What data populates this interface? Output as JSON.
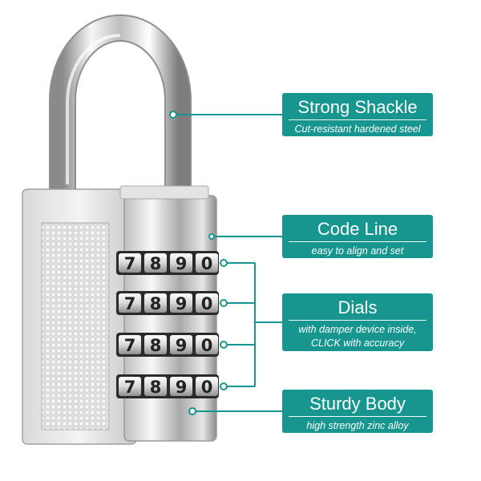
{
  "callouts": {
    "shackle": {
      "title": "Strong Shackle",
      "subtitle": "Cut-resistant hardened steel"
    },
    "code_line": {
      "title": "Code Line",
      "subtitle": "easy to align and set"
    },
    "dials": {
      "title": "Dials",
      "subtitle_line1": "with damper device inside,",
      "subtitle_line2": "CLICK with accuracy"
    },
    "body": {
      "title": "Sturdy Body",
      "subtitle": "high strength zinc alloy"
    }
  },
  "dial_rows": [
    {
      "digits": [
        "7",
        "8",
        "9",
        "0"
      ]
    },
    {
      "digits": [
        "7",
        "8",
        "9",
        "0"
      ]
    },
    {
      "digits": [
        "7",
        "8",
        "9",
        "0"
      ]
    },
    {
      "digits": [
        "7",
        "8",
        "9",
        "0"
      ]
    }
  ],
  "colors": {
    "accent": "#17958f",
    "metal_light": "#f2f2f2",
    "metal_dark": "#8e8e8e"
  },
  "image_subject": "silver 4-digit combination padlock"
}
